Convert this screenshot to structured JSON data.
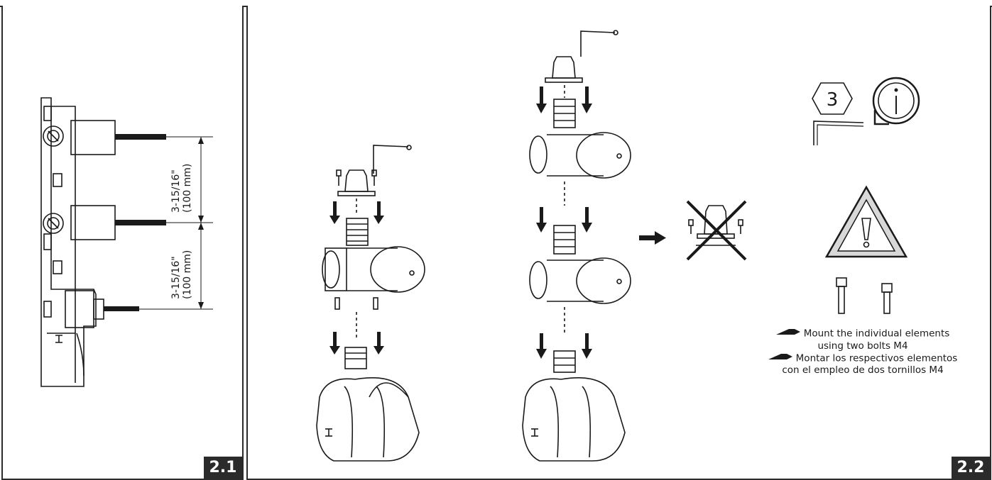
{
  "figure_left": {
    "number": "2.1",
    "dimensions": [
      {
        "line1": "3-15/16\"",
        "line2": "(100 mm)"
      },
      {
        "line1": "3-15/16\"",
        "line2": "(100 mm)"
      }
    ]
  },
  "figure_right": {
    "number": "2.2",
    "tool_size": "3",
    "notes": {
      "english_line1": "Mount the individual elements",
      "english_line2": "using two bolts M4",
      "spanish_line1": "Montar los respectivos elementos",
      "spanish_line2": "con el empleo de dos tornillos M4"
    }
  },
  "icons": [
    "hex-key-icon",
    "info-icon",
    "warning-icon",
    "arrow-right-icon",
    "crossed-out-icon",
    "bolt-icon"
  ],
  "colors": {
    "ink": "#1a1a1a",
    "badge": "#2b2b2b"
  }
}
